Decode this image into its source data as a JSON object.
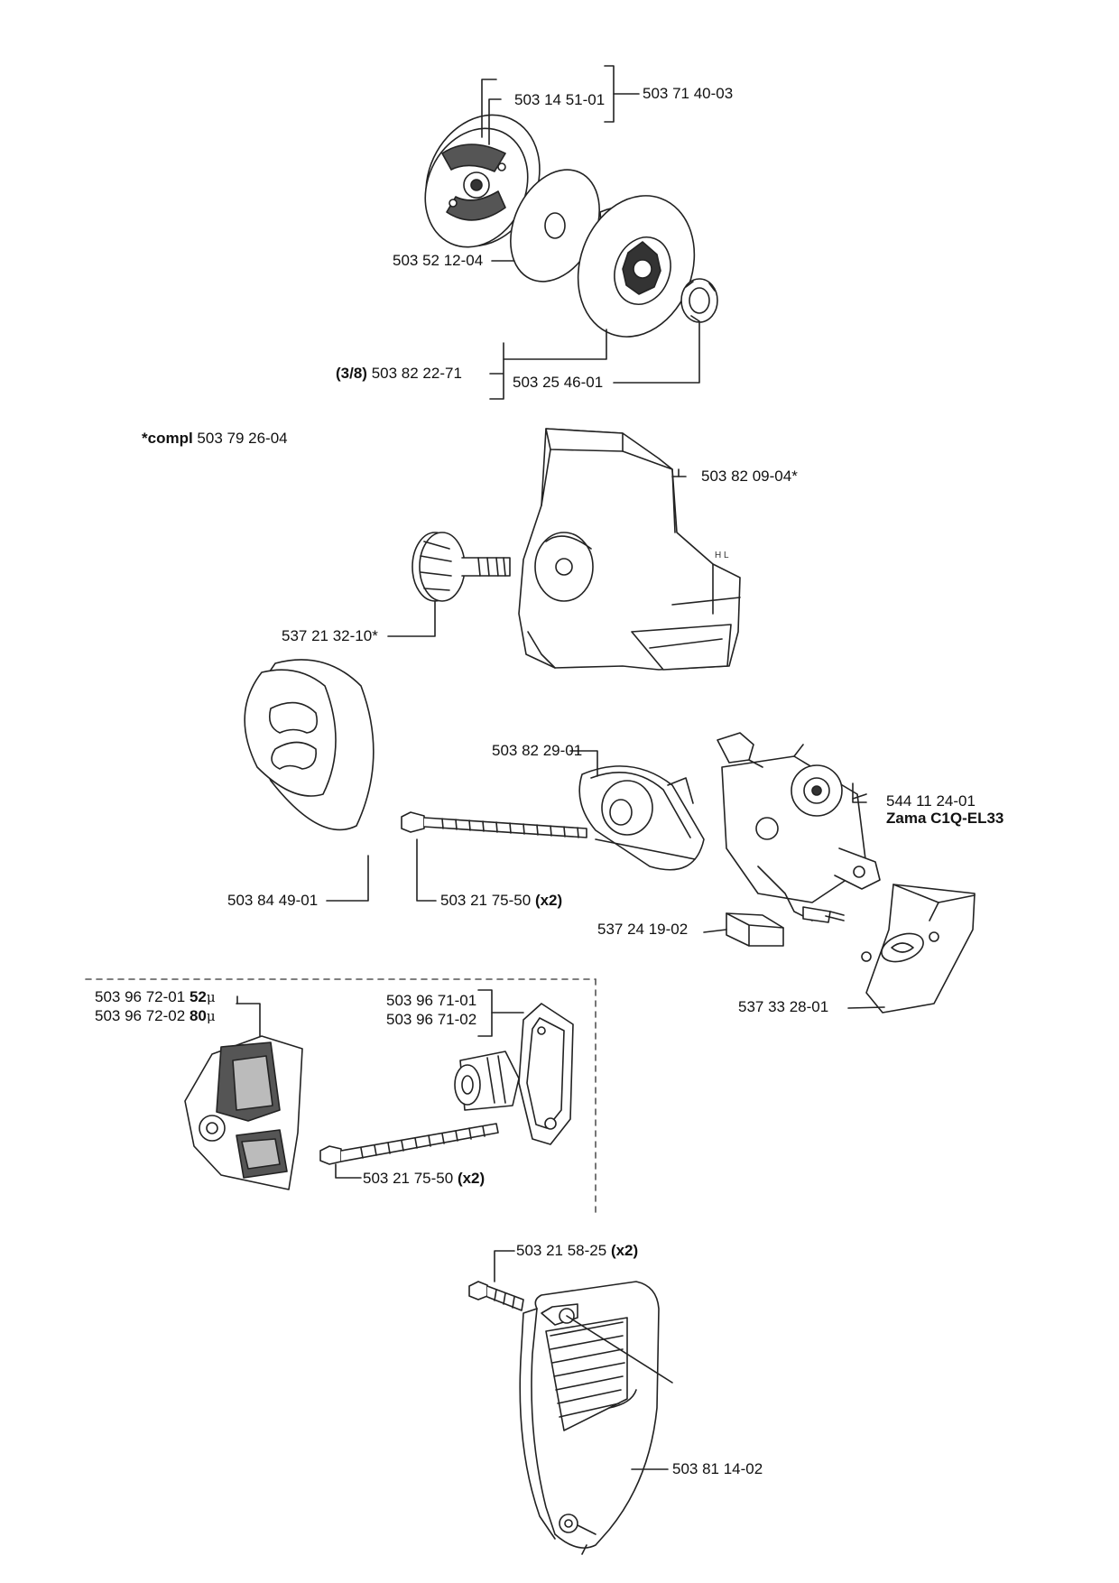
{
  "section_clutch": {
    "clutch_assy": "503 71 40-03",
    "clutch_shoe": "503 14 51-01",
    "washer": "503 52 12-04",
    "drum_bold": "(3/8)",
    "drum": "503 82 22-71",
    "needle_bearing": "503 25 46-01"
  },
  "section_cover": {
    "compl_bold": "*compl",
    "compl": "503 79 26-04",
    "cover": "503 82 09-04*",
    "knob": "537 21 32-10*",
    "cover_marks": "H L"
  },
  "section_carb": {
    "bracket": "503 82 29-01",
    "carb_part": "544 11 24-01",
    "carb_model": "Zama C1Q-EL33",
    "filter": "503 84 49-01",
    "screw": "503 21 75-50",
    "screw_qty": "(x2)",
    "block": "537 24 19-02",
    "gasket": "537 33 28-01"
  },
  "section_filter_alt": {
    "filter_a": "503 96 72-01",
    "filter_a_size": "52",
    "filter_b": "503 96 72-02",
    "filter_b_size": "80",
    "micro": "μ",
    "holder_a": "503 96 71-01",
    "holder_b": "503 96 71-02",
    "screw": "503 21 75-50",
    "screw_qty": "(x2)"
  },
  "section_chaincover": {
    "screw": "503 21 58-25",
    "screw_qty": "(x2)",
    "cover": "503 81 14-02"
  }
}
